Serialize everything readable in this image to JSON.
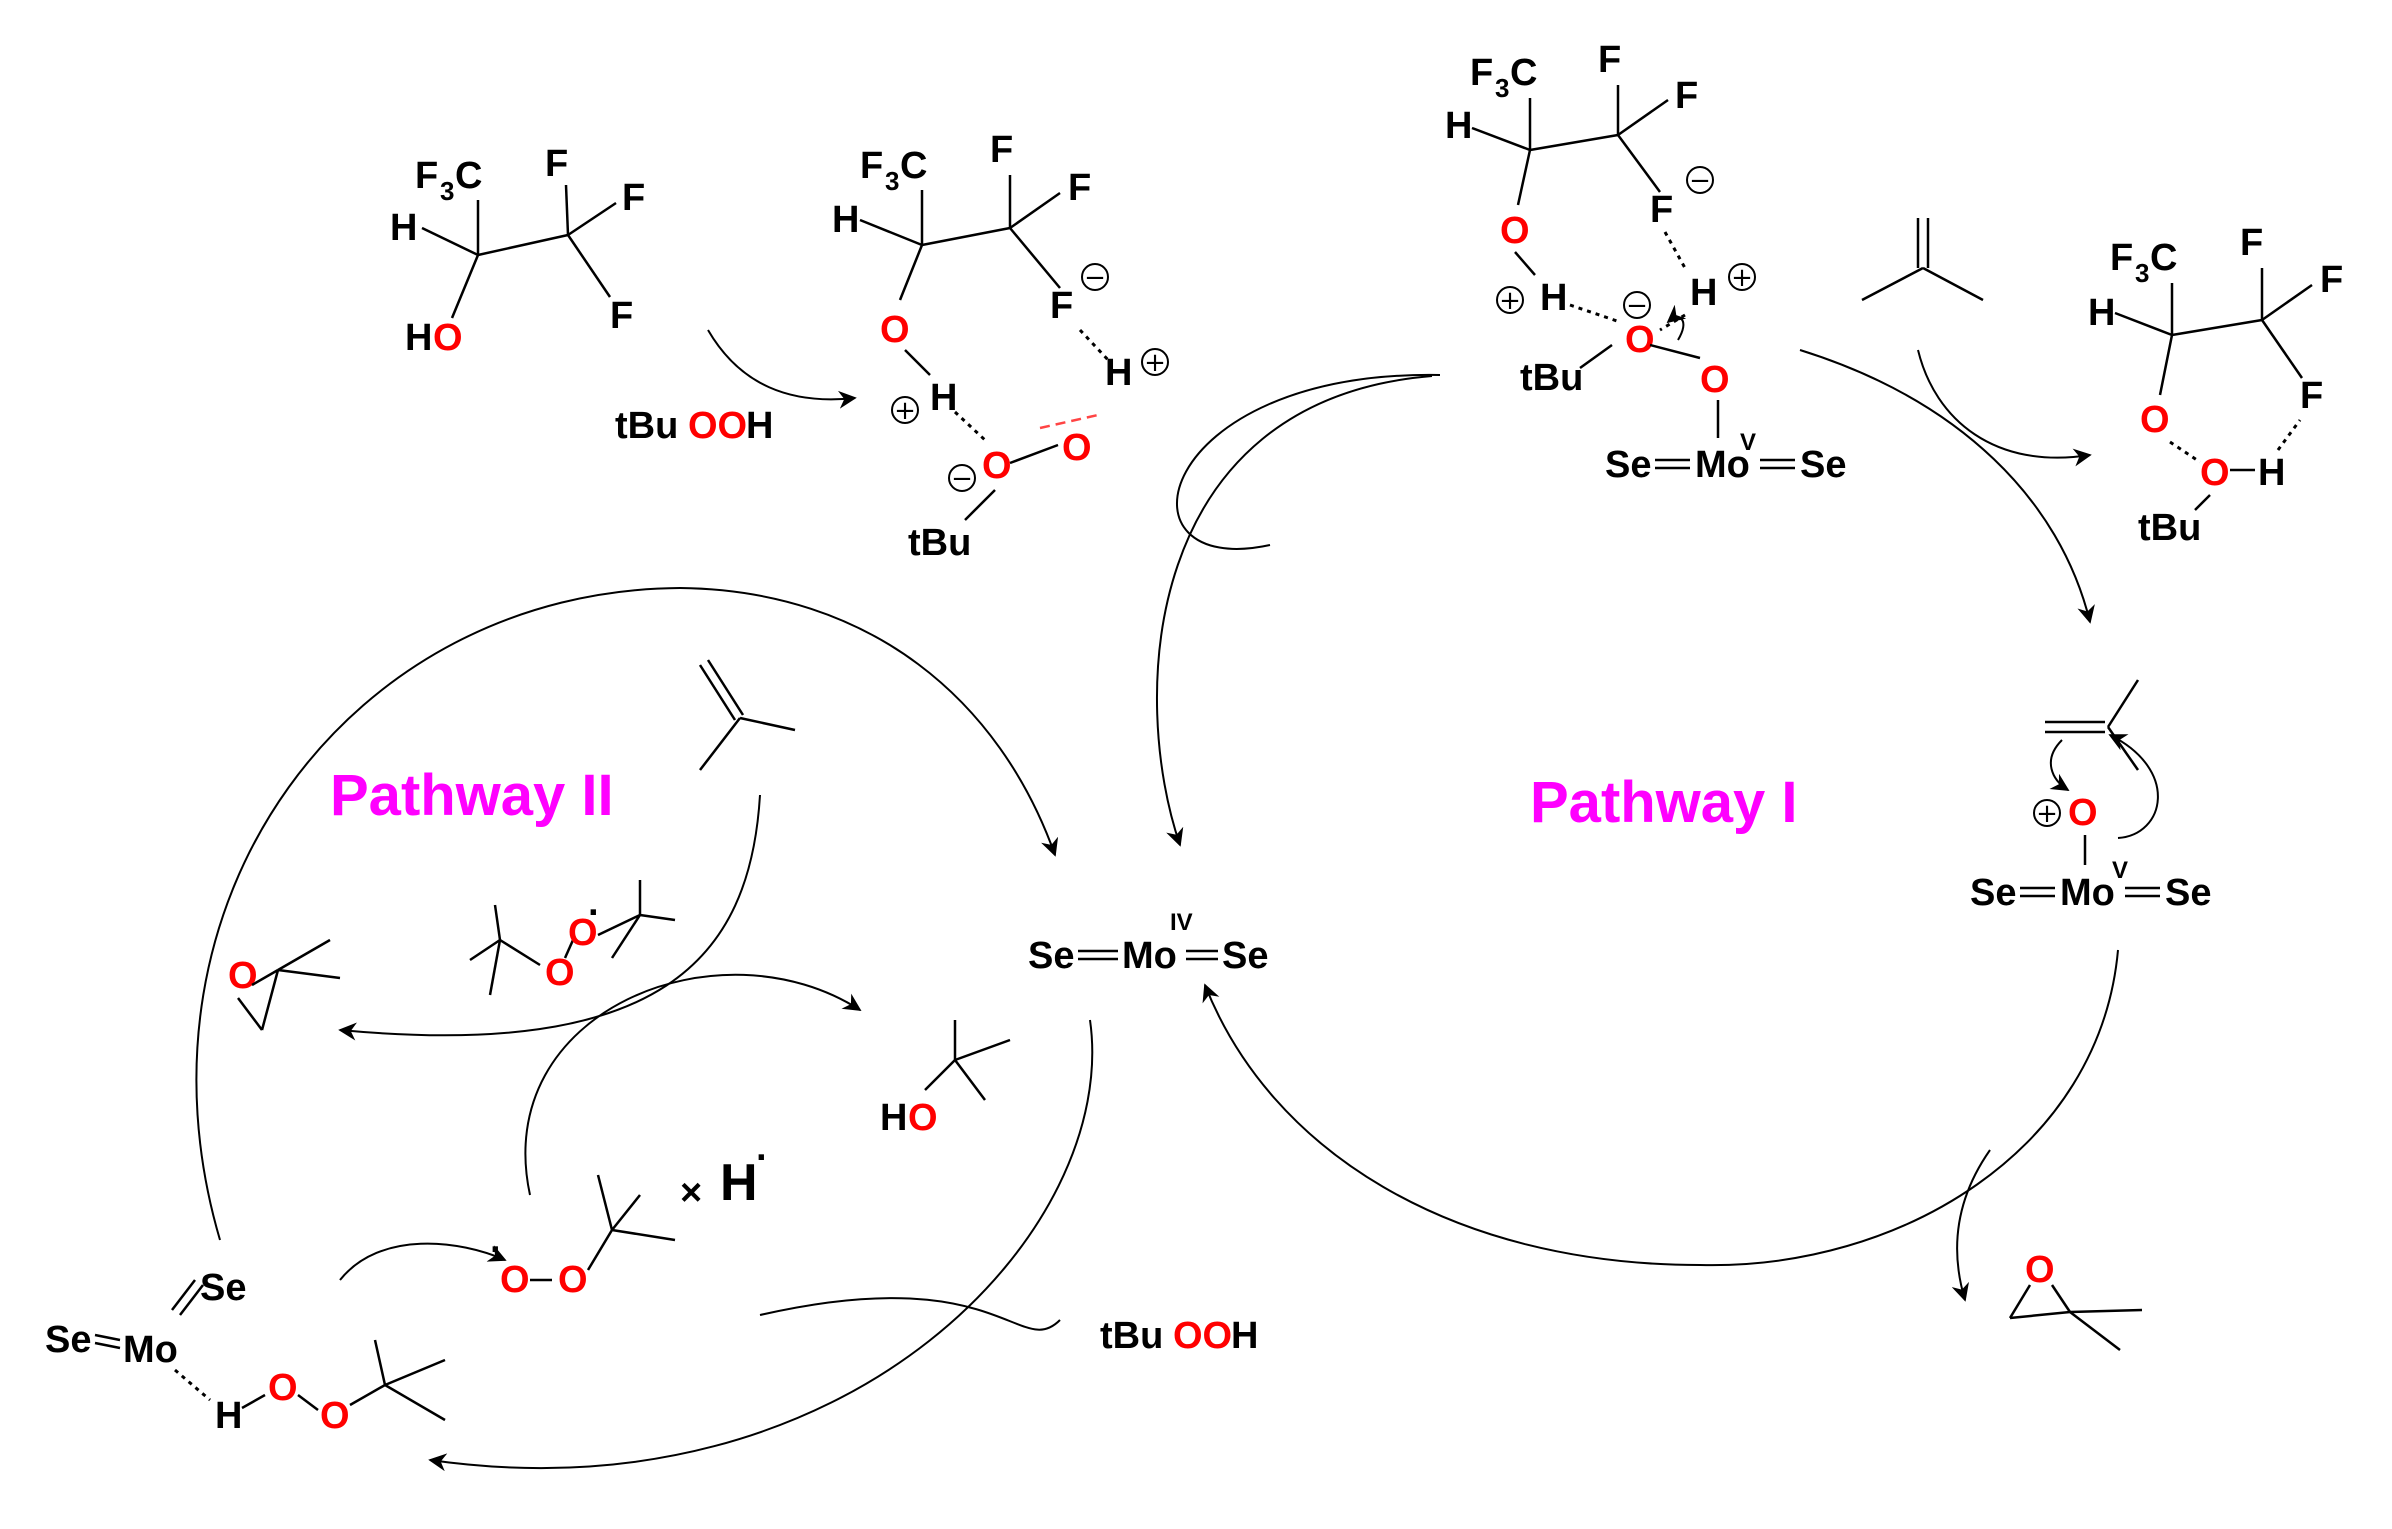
{
  "pathway_1": {
    "title": "Pathway I",
    "color": "#ff00ff"
  },
  "pathway_2": {
    "title": "Pathway II",
    "color": "#ff00ff"
  },
  "atoms": {
    "F": "F",
    "H": "H",
    "O": "O",
    "C": "C",
    "Se": "Se",
    "Mo": "Mo",
    "F3": "3",
    "HO_H": "H",
    "tBu": "tBu",
    "tBu_reagent": "tBu",
    "OO": "OO",
    "OOH_H": "H",
    "ox_IV": "IV",
    "ox_V": "V",
    "radical_dot": "·",
    "h_radical": "H",
    "plus": "+",
    "minus": "−"
  },
  "colors": {
    "oxygen": "#ff0000",
    "ink": "#000000"
  }
}
